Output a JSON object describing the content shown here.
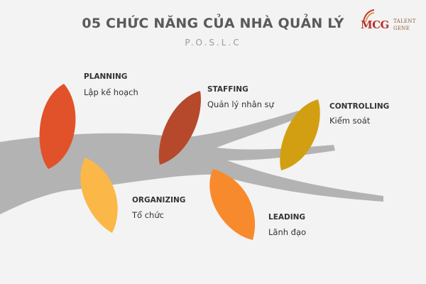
{
  "header": {
    "title": "05 CHỨC NĂNG CỦA NHÀ QUẢN LÝ",
    "subtitle": "P.O.S.L.C"
  },
  "logo": {
    "mark": "MCG",
    "line1": "TALENT",
    "line2": "GENE"
  },
  "functions": [
    {
      "id": "planning",
      "title": "PLANNING",
      "desc": "Lập kế hoạch",
      "color": "#e2522a"
    },
    {
      "id": "staffing",
      "title": "STAFFING",
      "desc": "Quản lý nhân sự",
      "color": "#b6492b"
    },
    {
      "id": "controlling",
      "title": "CONTROLLING",
      "desc": "Kiểm soát",
      "color": "#d29f12"
    },
    {
      "id": "organizing",
      "title": "ORGANIZING",
      "desc": "Tổ chức",
      "color": "#fbb848"
    },
    {
      "id": "leading",
      "title": "LEADING",
      "desc": "Lãnh đạo",
      "color": "#f88a2e"
    }
  ],
  "colors": {
    "branch": "#b3b3b3",
    "background": "#f3f3f3",
    "title": "#5a5a5a"
  }
}
